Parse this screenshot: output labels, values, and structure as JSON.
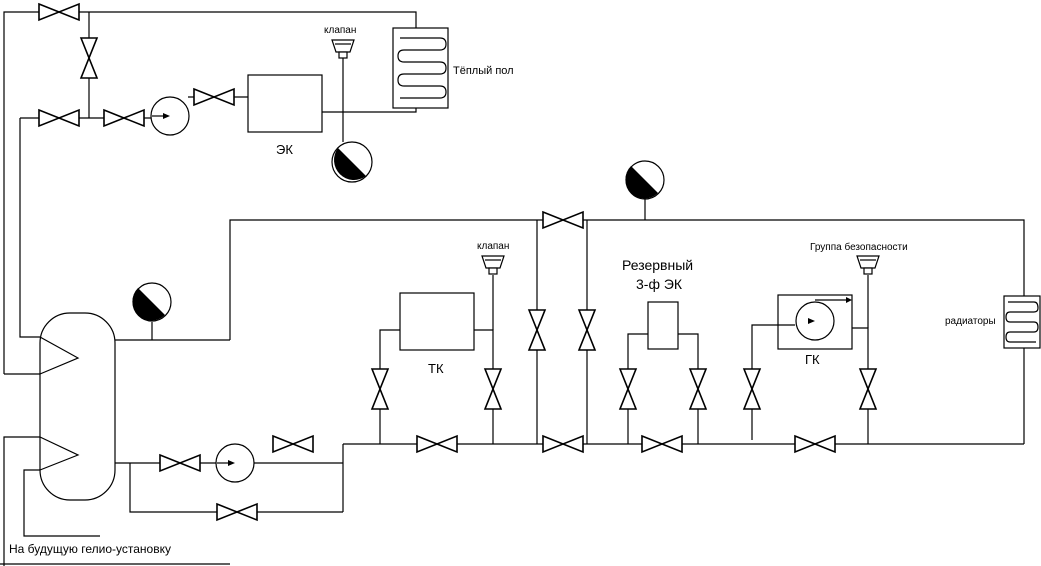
{
  "labels": {
    "floor_heating": "Тёплый пол",
    "valve_top": "клапан",
    "electric_boiler": "ЭК",
    "valve_mid": "клапан",
    "reserve_line1": "Резервный",
    "reserve_line2": "3-ф ЭК",
    "safety_group": "Группа безопасности",
    "solid_boiler": "ТК",
    "gas_boiler": "ГК",
    "radiators": "радиаторы",
    "solar": "На будущую гелио-установку"
  },
  "colors": {
    "line": "#000000",
    "background": "#ffffff"
  },
  "icons": [
    "ball-valve-icon",
    "pump-icon",
    "expansion-tank-icon",
    "safety-valve-icon",
    "radiator-icon",
    "heat-exchanger-icon"
  ]
}
